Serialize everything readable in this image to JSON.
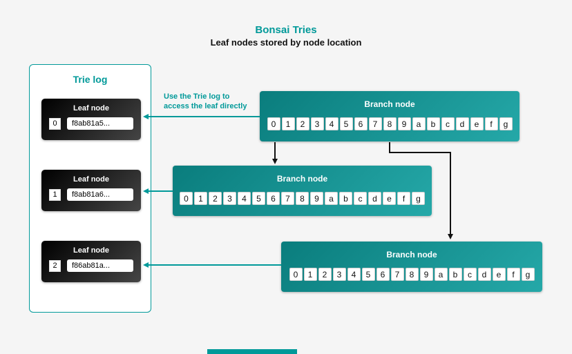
{
  "header": {
    "title": "Bonsai Tries",
    "subtitle": "Leaf nodes stored by node location"
  },
  "trie_log": {
    "title": "Trie log",
    "leaves": [
      {
        "label": "Leaf node",
        "index": "0",
        "hash": "f8ab81a5..."
      },
      {
        "label": "Leaf node",
        "index": "1",
        "hash": "f8ab81a6..."
      },
      {
        "label": "Leaf node",
        "index": "2",
        "hash": "f86ab81a..."
      }
    ]
  },
  "annotation": {
    "text": "Use the Trie log to access the leaf directly"
  },
  "branches": [
    {
      "label": "Branch node",
      "cells": [
        "0",
        "1",
        "2",
        "3",
        "4",
        "5",
        "6",
        "7",
        "8",
        "9",
        "a",
        "b",
        "c",
        "d",
        "e",
        "f",
        "g"
      ]
    },
    {
      "label": "Branch node",
      "cells": [
        "0",
        "1",
        "2",
        "3",
        "4",
        "5",
        "6",
        "7",
        "8",
        "9",
        "a",
        "b",
        "c",
        "d",
        "e",
        "f",
        "g"
      ]
    },
    {
      "label": "Branch node",
      "cells": [
        "0",
        "1",
        "2",
        "3",
        "4",
        "5",
        "6",
        "7",
        "8",
        "9",
        "a",
        "b",
        "c",
        "d",
        "e",
        "f",
        "g"
      ]
    }
  ],
  "colors": {
    "teal": "#009999",
    "arrow_black": "#111111",
    "background": "#f5f5f5"
  }
}
